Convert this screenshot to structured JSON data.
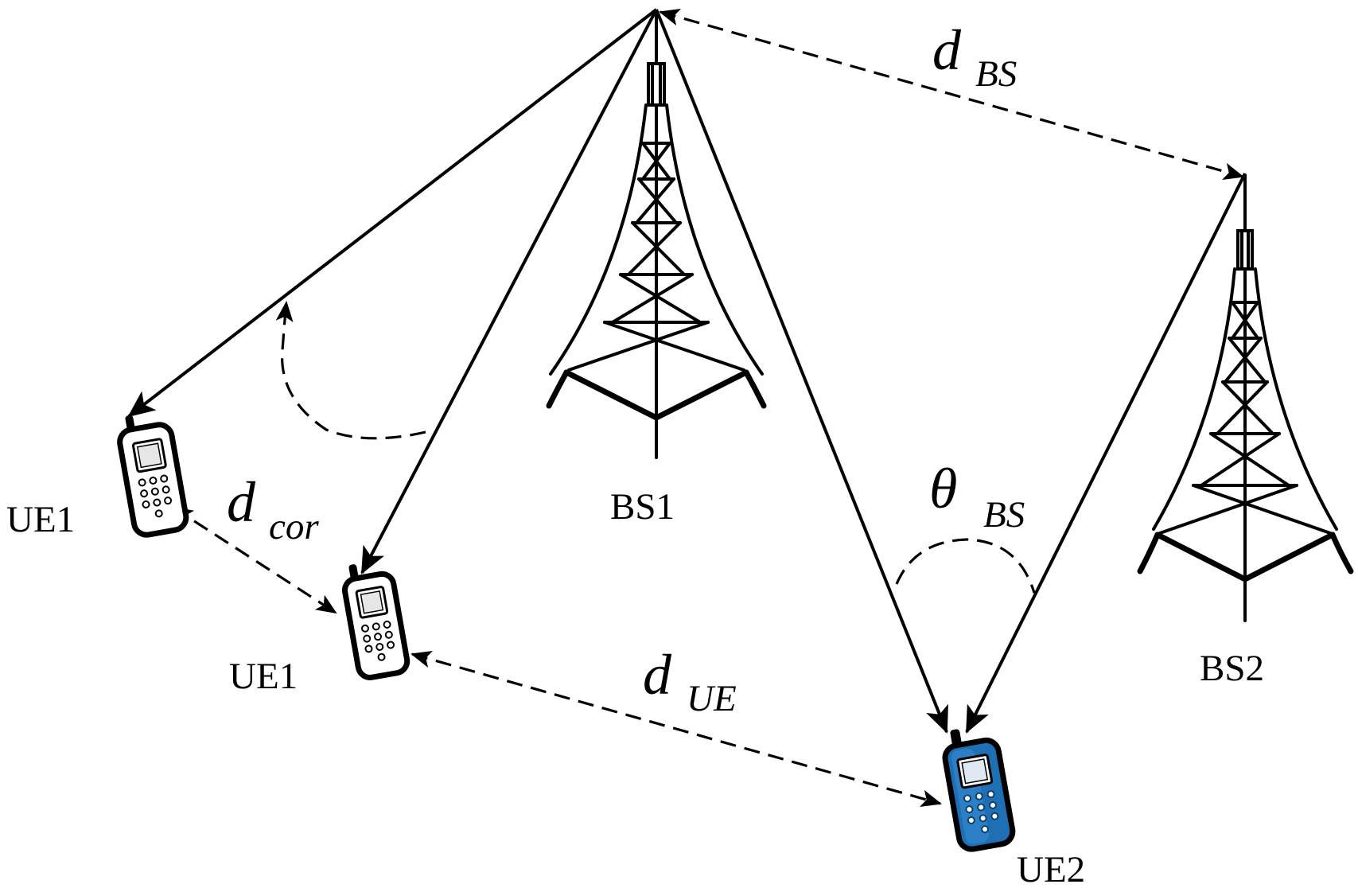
{
  "labels": {
    "ue1_left": "UE1",
    "ue1_mid": "UE1",
    "ue2": "UE2",
    "bs1": "BS1",
    "bs2": "BS2"
  },
  "math": {
    "d_bs": {
      "main": "d",
      "sub": "BS"
    },
    "d_cor": {
      "main": "d",
      "sub": "cor"
    },
    "d_ue": {
      "main": "d",
      "sub": "UE"
    },
    "theta_bs": {
      "main": "θ",
      "sub": "BS"
    }
  },
  "colors": {
    "line": "#000000",
    "ue1_body": "#ffffff",
    "ue2_body": "#1e6fb3",
    "ue2_dark": "#0d3f70"
  },
  "icons": {
    "base_station": "lattice-tower-icon",
    "user_equipment": "mobile-phone-icon"
  }
}
